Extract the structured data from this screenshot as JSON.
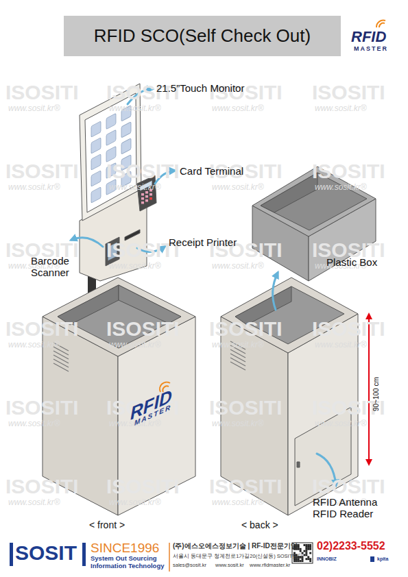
{
  "diagram": {
    "title": "RFID SCO(Self Check Out)",
    "labels": [
      "21.5”Touch Monitor",
      "Card Terminal",
      "Receipt Printer",
      "Barcode Scanner",
      "Plastic Box",
      "RFID Antenna RFID Reader",
      "90~100 cm",
      "< front >",
      "< back >",
      "RFID",
      "MASTER",
      "RFID",
      "MASTER",
      "SOSIT",
      "SINCE1996",
      "System Out Sourcing",
      "Information Technology",
      "(주)에스오에스정보기술 | RF-ID전문기업",
      "서울시 동대문구 청계천로1가길20(신설동) SOSIT빌딩",
      "sales@sosit.kr",
      "www.sosit.kr",
      "www.rfidmaster.kr",
      "02)2233-5552",
      "INNOBIZ",
      "kpita",
      "ISOSITI",
      "www.sosit.kr®",
      "ISOSITI",
      "www.sosit.kr®",
      "ISOSITI",
      "www.sosit.kr®",
      "ISOSITI",
      "www.sosit.kr®",
      "ISOSITI",
      "www.sosit.kr®",
      "ISOSITI",
      "www.sosit.kr®",
      "ISOSITI",
      "www.sosit.kr®",
      "ISOSITI",
      "www.sosit.kr®",
      "ISOSITI",
      "www.sosit.kr®",
      "ISOSITI",
      "www.sosit.kr®",
      "ISOSITI",
      "www.sosit.kr®",
      "ISOSITI",
      "www.sosit.kr®",
      "ISOSITI",
      "www.sosit.kr®",
      "ISOSITI",
      "www.sosit.kr®",
      "ISOSITI",
      "www.sosit.kr®",
      "ISOSITI",
      "www.sosit.kr®",
      "ISOSITI",
      "www.sosit.kr®",
      "ISOSITI",
      "www.sosit.kr®",
      "ISOSITI",
      "www.sosit.kr®",
      "ISOSITI",
      "www.sosit.kr®",
      "ISOSITI",
      "www.sosit.kr®",
      "ISOSITI",
      "www.sosit.kr®",
      "ISOSITI",
      "www.sosit.kr®",
      "ISOSITI",
      "www.sosit.kr®"
    ]
  }
}
